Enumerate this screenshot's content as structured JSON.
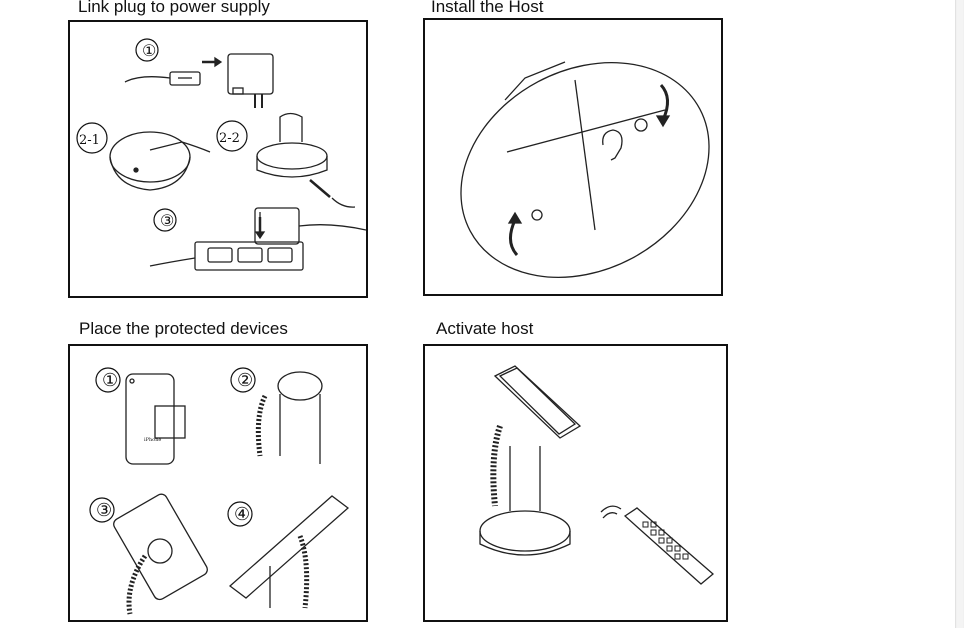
{
  "sections": {
    "power": {
      "title": "Link plug to power supply",
      "steps": [
        "①",
        "2-1",
        "2-2",
        "③"
      ]
    },
    "install": {
      "title": "Install the Host"
    },
    "devices": {
      "title": "Place the protected devices",
      "steps": [
        "①",
        "②",
        "③",
        "④"
      ],
      "phone_brand": "iPhone"
    },
    "activate": {
      "title": "Activate host"
    }
  }
}
